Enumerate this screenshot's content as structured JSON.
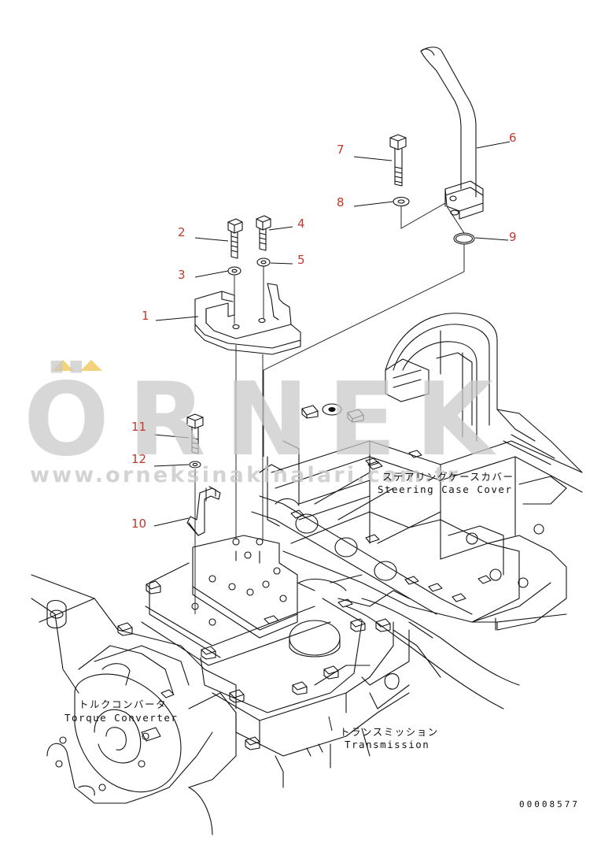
{
  "callouts": [
    "1",
    "2",
    "3",
    "4",
    "5",
    "6",
    "7",
    "8",
    "9",
    "10",
    "11",
    "12"
  ],
  "labels": {
    "steering_jp": "ステアリングケースカバー",
    "steering_en": "Steering Case Cover",
    "torque_jp": "トルクコンバータ",
    "torque_en": "Torque Converter",
    "trans_jp": "トランスミッション",
    "trans_en": "Transmission"
  },
  "watermark": {
    "word": "ÖRNEK",
    "url": "www.orneksinakinalari.com.tr",
    "accent_color": "#f2d27a"
  },
  "drawing_number": "00008577",
  "colors": {
    "callout": "#c0392b",
    "line": "#111111"
  }
}
